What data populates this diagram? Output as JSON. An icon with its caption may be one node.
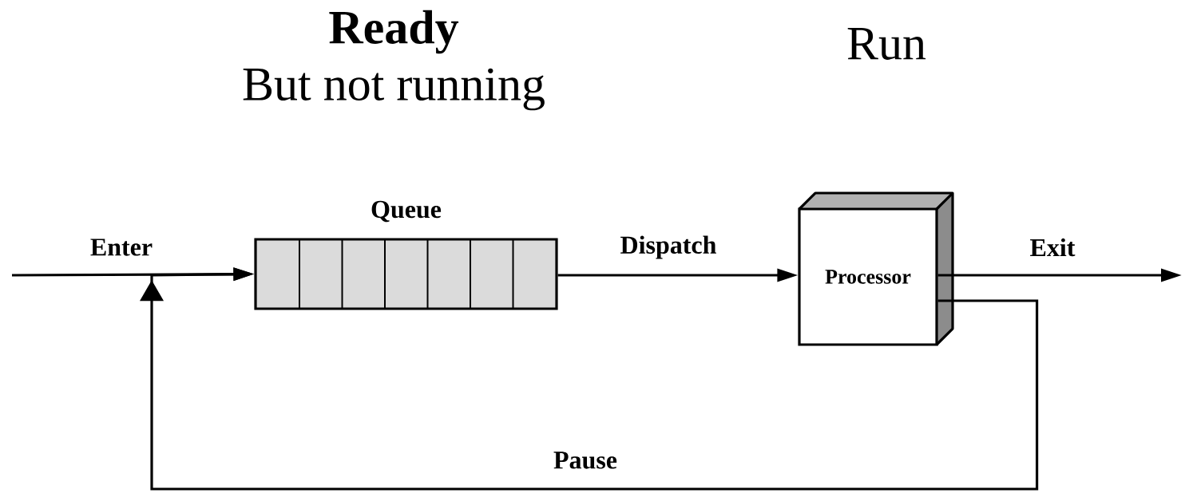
{
  "diagram": {
    "nodes": [
      {
        "text": [
          "Queue"
        ]
      },
      {
        "text": [
          "Processor"
        ]
      }
    ],
    "edges": [
      {
        "from": null,
        "to": 0,
        "arrow": "to",
        "label": "Enter"
      },
      {
        "from": 0,
        "to": 1,
        "arrow": "to",
        "label": "Dispatch"
      },
      {
        "from": 1,
        "to": null,
        "arrow": "to",
        "label": "Exit"
      },
      {
        "from": 1,
        "to": 0,
        "arrow": "to",
        "label": "Pause"
      }
    ],
    "labels": [
      "Ready",
      "But not running",
      "Run"
    ]
  }
}
